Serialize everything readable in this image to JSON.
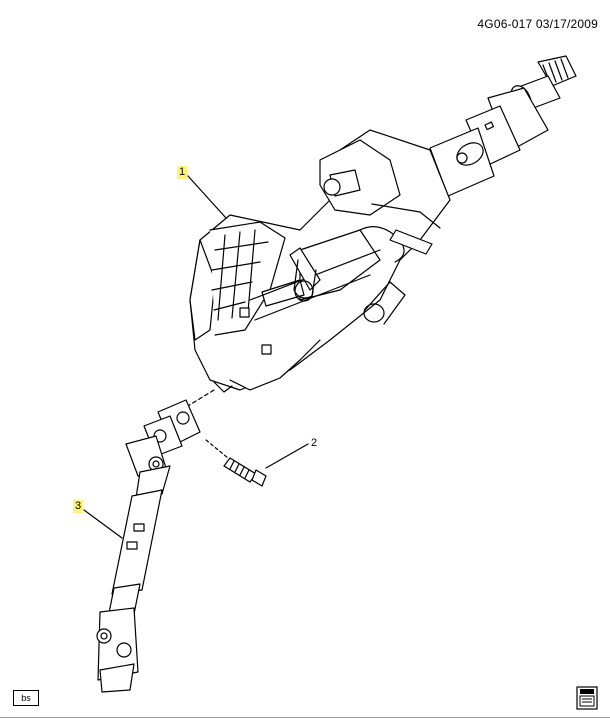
{
  "header": {
    "code": "4G06-017  03/17/2009"
  },
  "callouts": [
    {
      "id": "1",
      "label": "1",
      "highlight": true
    },
    {
      "id": "2",
      "label": "2",
      "highlight": false
    },
    {
      "id": "3",
      "label": "3",
      "highlight": true
    }
  ],
  "parts": [
    {
      "number": "1",
      "icon": "steering-column-icon"
    },
    {
      "number": "2",
      "icon": "bolt-icon"
    },
    {
      "number": "3",
      "icon": "intermediate-shaft-icon"
    }
  ],
  "footer": {
    "tag": "bs",
    "icon": "print-icon"
  },
  "colors": {
    "highlight": "#fff27a",
    "line": "#000000",
    "background": "#ffffff"
  }
}
